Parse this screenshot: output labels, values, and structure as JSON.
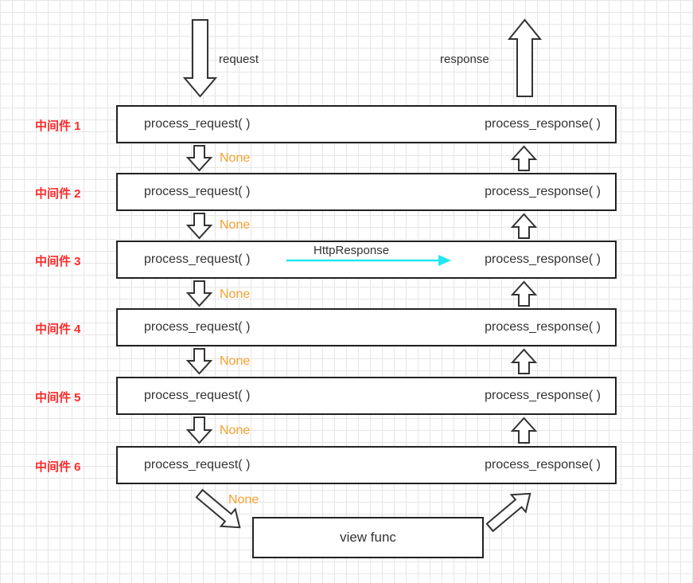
{
  "top": {
    "request_label": "request",
    "response_label": "response"
  },
  "middlewares": [
    {
      "label": "中间件 1",
      "request_fn": "process_request( )",
      "response_fn": "process_response( )"
    },
    {
      "label": "中间件 2",
      "request_fn": "process_request( )",
      "response_fn": "process_response( )"
    },
    {
      "label": "中间件 3",
      "request_fn": "process_request( )",
      "response_fn": "process_response( )"
    },
    {
      "label": "中间件 4",
      "request_fn": "process_request( )",
      "response_fn": "process_response( )"
    },
    {
      "label": "中间件 5",
      "request_fn": "process_request( )",
      "response_fn": "process_response( )"
    },
    {
      "label": "中间件 6",
      "request_fn": "process_request( )",
      "response_fn": "process_response( )"
    }
  ],
  "none_labels": [
    "None",
    "None",
    "None",
    "None",
    "None",
    "None"
  ],
  "shortcut_label": "HttpResponse",
  "view_label": "view func",
  "colors": {
    "middleware_label": "#ff2a2a",
    "none_label": "#f5a030",
    "shortcut_arrow": "#22e6f0"
  }
}
